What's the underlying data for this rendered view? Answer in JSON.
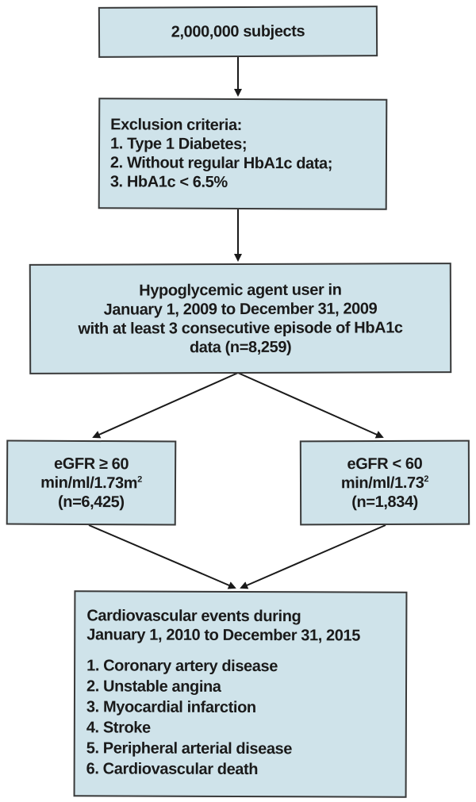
{
  "subjects": {
    "text": "2,000,000 subjects"
  },
  "exclusion": {
    "lines": [
      "Exclusion criteria:",
      "1. Type 1 Diabetes;",
      "2. Without regular HbA1c data;",
      "3. HbA1c < 6.5%"
    ]
  },
  "cohort": {
    "lines": [
      "Hypoglycemic agent user in",
      "January 1, 2009 to December 31, 2009",
      "with at least 3 consecutive episode of HbA1c",
      "data (n=8,259)"
    ]
  },
  "egfr_high": {
    "line1": "eGFR ≥ 60",
    "line2": "min/ml/1.73m",
    "line2_sup": "2",
    "line3": "(n=6,425)"
  },
  "egfr_low": {
    "line1": "eGFR < 60",
    "line2": "min/ml/1.73",
    "line2_sup": "2",
    "line3": "(n=1,834)"
  },
  "events": {
    "heading": [
      "Cardiovascular events during",
      "January 1, 2010 to December 31, 2015"
    ],
    "items": [
      "1. Coronary artery disease",
      "2. Unstable angina",
      "3. Myocardial infarction",
      "4. Stroke",
      "5. Peripheral arterial disease",
      "6. Cardiovascular death"
    ]
  },
  "colors": {
    "box_fill": "#cfe3ea",
    "border": "#3a3a3a",
    "arrow": "#1a1a1a"
  }
}
